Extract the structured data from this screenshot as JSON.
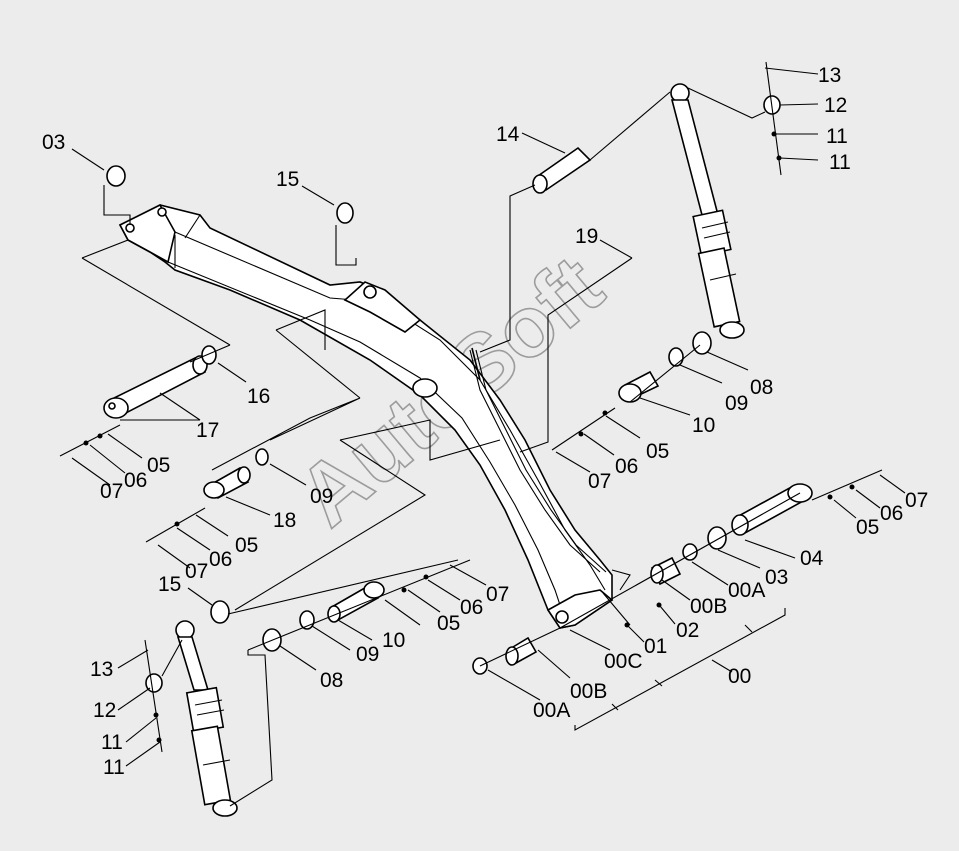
{
  "watermark": "AutoSoft",
  "callouts": [
    {
      "id": "c03-top",
      "text": "03"
    },
    {
      "id": "c15-top",
      "text": "15"
    },
    {
      "id": "c14",
      "text": "14"
    },
    {
      "id": "c13-top",
      "text": "13"
    },
    {
      "id": "c12-top",
      "text": "12"
    },
    {
      "id": "c11-top-a",
      "text": "11"
    },
    {
      "id": "c11-top-b",
      "text": "11"
    },
    {
      "id": "c19",
      "text": "19"
    },
    {
      "id": "c16",
      "text": "16"
    },
    {
      "id": "c17",
      "text": "17"
    },
    {
      "id": "c05-left",
      "text": "05"
    },
    {
      "id": "c06-left",
      "text": "06"
    },
    {
      "id": "c07-left",
      "text": "07"
    },
    {
      "id": "c09-mid",
      "text": "09"
    },
    {
      "id": "c18",
      "text": "18"
    },
    {
      "id": "c05-mid",
      "text": "05"
    },
    {
      "id": "c06-mid",
      "text": "06"
    },
    {
      "id": "c07-mid",
      "text": "07"
    },
    {
      "id": "c08-right",
      "text": "08"
    },
    {
      "id": "c09-right",
      "text": "09"
    },
    {
      "id": "c10-right",
      "text": "10"
    },
    {
      "id": "c05-right",
      "text": "05"
    },
    {
      "id": "c06-right",
      "text": "06"
    },
    {
      "id": "c07-right",
      "text": "07"
    },
    {
      "id": "c07-far",
      "text": "07"
    },
    {
      "id": "c06-far",
      "text": "06"
    },
    {
      "id": "c05-far",
      "text": "05"
    },
    {
      "id": "c04",
      "text": "04"
    },
    {
      "id": "c03-bot",
      "text": "03"
    },
    {
      "id": "c00A-right",
      "text": "00A"
    },
    {
      "id": "c00B-right",
      "text": "00B"
    },
    {
      "id": "c02",
      "text": "02"
    },
    {
      "id": "c01",
      "text": "01"
    },
    {
      "id": "c00C",
      "text": "00C"
    },
    {
      "id": "c00",
      "text": "00"
    },
    {
      "id": "c00B-bot",
      "text": "00B"
    },
    {
      "id": "c00A-bot",
      "text": "00A"
    },
    {
      "id": "c15-bot",
      "text": "15"
    },
    {
      "id": "c07-bot",
      "text": "07"
    },
    {
      "id": "c06-bot",
      "text": "06"
    },
    {
      "id": "c05-bot",
      "text": "05"
    },
    {
      "id": "c10-bot",
      "text": "10"
    },
    {
      "id": "c09-bot",
      "text": "09"
    },
    {
      "id": "c08-bot",
      "text": "08"
    },
    {
      "id": "c13-bot",
      "text": "13"
    },
    {
      "id": "c12-bot",
      "text": "12"
    },
    {
      "id": "c11-bot-a",
      "text": "11"
    },
    {
      "id": "c11-bot-b",
      "text": "11"
    }
  ]
}
